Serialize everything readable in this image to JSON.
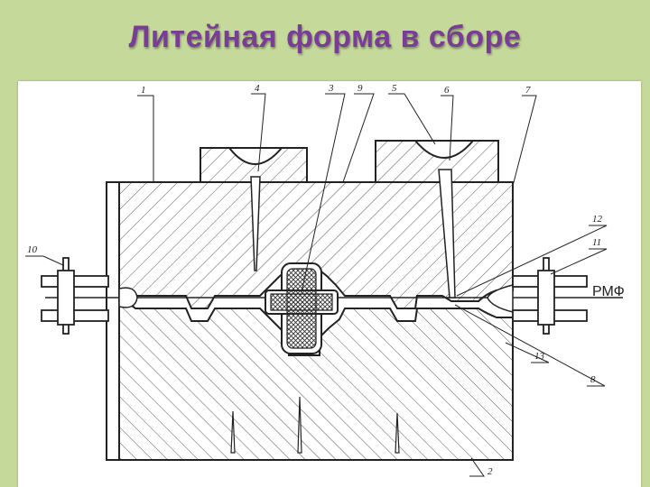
{
  "slide": {
    "title": "Литейная форма в сборе",
    "background_color": "#c5d99b",
    "title_color": "#7a3d96"
  },
  "drawing": {
    "labels": {
      "n1": "1",
      "n2": "2",
      "n3": "3",
      "n4": "4",
      "n5": "5",
      "n6": "6",
      "n7": "7",
      "n8": "8",
      "n9": "9",
      "n10": "10",
      "n11": "11",
      "n12": "12",
      "n13": "13",
      "parting_line": "РМФ"
    }
  }
}
